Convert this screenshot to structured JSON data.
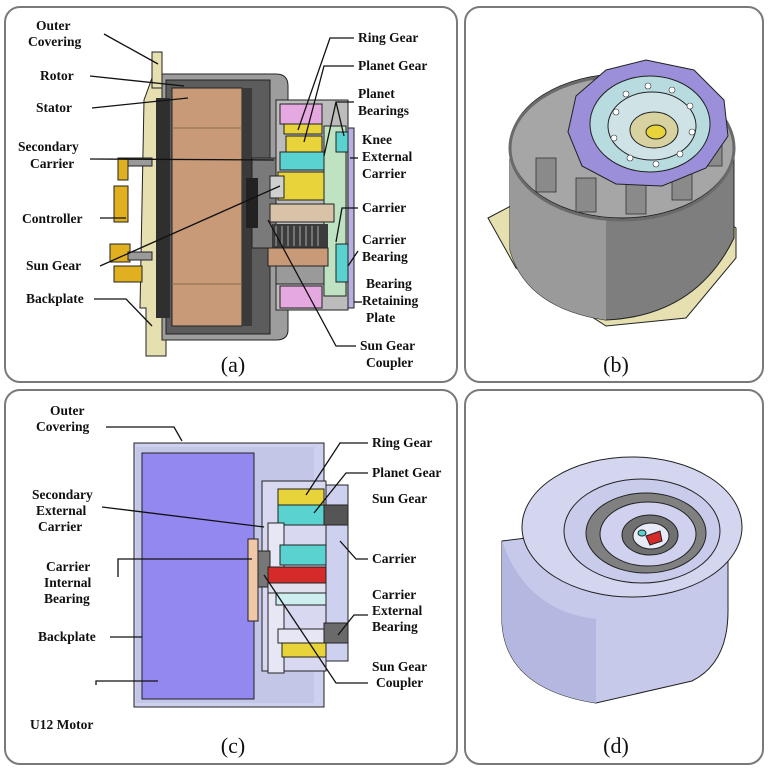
{
  "panel_a": {
    "caption": "(a)",
    "labels": {
      "outer_covering_1": "Outer",
      "outer_covering_2": "Covering",
      "rotor": "Rotor",
      "stator": "Stator",
      "secondary_carrier_1": "Secondary",
      "secondary_carrier_2": "Carrier",
      "controller": "Controller",
      "sun_gear": "Sun Gear",
      "backplate": "Backplate",
      "ring_gear": "Ring Gear",
      "planet_gear": "Planet Gear",
      "planet_bearings_1": "Planet",
      "planet_bearings_2": "Bearings",
      "knee_external_carrier_1": "Knee",
      "knee_external_carrier_2": "External",
      "knee_external_carrier_3": "Carrier",
      "carrier": "Carrier",
      "carrier_bearing_1": "Carrier",
      "carrier_bearing_2": "Bearing",
      "bearing_retaining_plate_1": "Bearing",
      "bearing_retaining_plate_2": "Retaining",
      "bearing_retaining_plate_3": "Plate",
      "sun_gear_coupler_1": "Sun Gear",
      "sun_gear_coupler_2": "Coupler"
    }
  },
  "panel_b": {
    "caption": "(b)"
  },
  "panel_c": {
    "caption": "(c)",
    "labels": {
      "outer_covering_1": "Outer",
      "outer_covering_2": "Covering",
      "secondary_external_carrier_1": "Secondary",
      "secondary_external_carrier_2": "External",
      "secondary_external_carrier_3": "Carrier",
      "carrier_internal_bearing_1": "Carrier",
      "carrier_internal_bearing_2": "Internal",
      "carrier_internal_bearing_3": "Bearing",
      "backplate": "Backplate",
      "u12_motor": "U12 Motor",
      "ring_gear": "Ring Gear",
      "planet_gear": "Planet Gear",
      "sun_gear": "Sun Gear",
      "carrier": "Carrier",
      "carrier_external_bearing_1": "Carrier",
      "carrier_external_bearing_2": "External",
      "carrier_external_bearing_3": "Bearing",
      "sun_gear_coupler_1": "Sun Gear",
      "sun_gear_coupler_2": "Coupler"
    }
  },
  "panel_d": {
    "caption": "(d)"
  },
  "colors": {
    "stator": "#c89a78",
    "housing": "#aaaaaa",
    "backplate": "#e6dfb0",
    "ring_gear": "#e8d43a",
    "planet_gear": "#5ad2cf",
    "carrier": "#bfe3c2",
    "pink_part": "#e6a8e0",
    "controller": "#e0b020",
    "motor_blue": "#9388f0",
    "housing_light": "#cdd0ee",
    "sun_gear_red": "#d42a2a",
    "purple_flange": "#9b8fd9"
  }
}
